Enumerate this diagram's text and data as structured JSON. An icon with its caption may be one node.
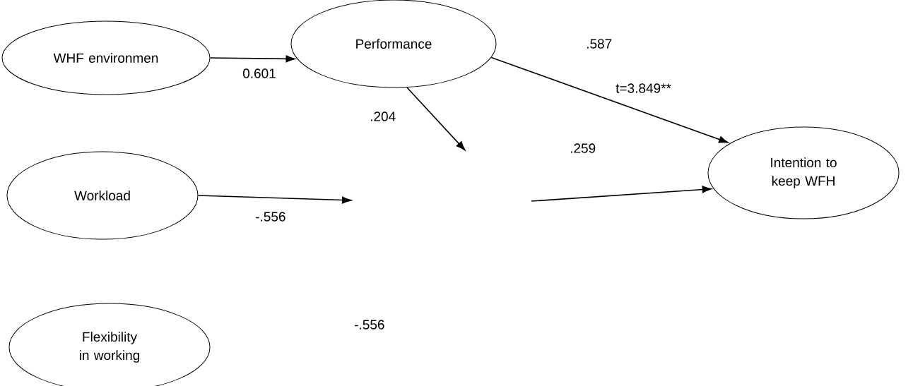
{
  "diagram": {
    "nodes": [
      {
        "text": [
          "WHF environmen"
        ]
      },
      {
        "text": [
          "Performance"
        ]
      },
      {
        "text": [
          "Intention to keep WFH"
        ]
      },
      {
        "text": [
          "Workload"
        ]
      },
      {
        "text": [
          "Flexibility in working"
        ]
      }
    ],
    "edges": [
      {
        "from": 0,
        "to": 1,
        "arrow": "to",
        "label": "0.601"
      },
      {
        "from": 1,
        "to": 2,
        "arrow": "to"
      },
      {
        "from": 1,
        "to": null,
        "arrow": "to"
      },
      {
        "from": 3,
        "to": null,
        "arrow": "to"
      },
      {
        "from": null,
        "to": 2,
        "arrow": "to"
      }
    ],
    "labels": [
      ".587",
      "t=3.849**",
      ".204",
      ".259",
      "-.556",
      "-.556"
    ]
  }
}
